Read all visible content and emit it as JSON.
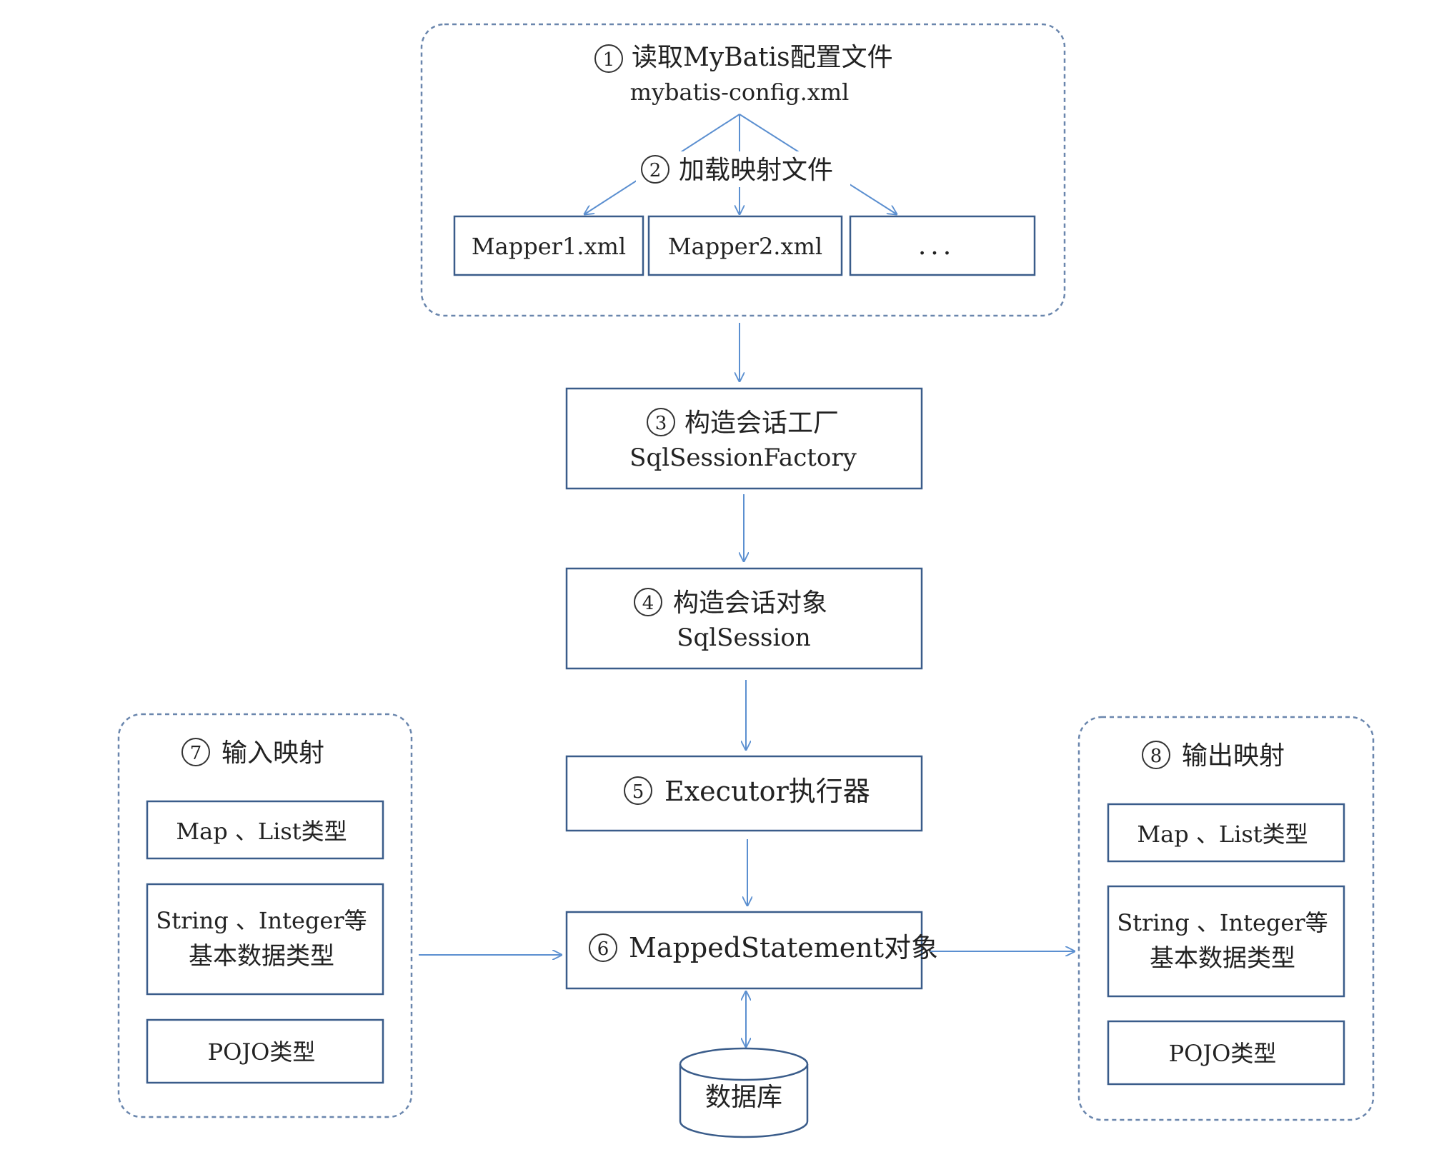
{
  "colors": {
    "box_border": "#3a5c8a",
    "dashed_border": "#6a86ad",
    "arrow": "#5b8fd0",
    "text": "#222222"
  },
  "config_group": {
    "step1_num": "1",
    "step1_label": "读取MyBatis配置文件",
    "config_file": "mybatis-config.xml",
    "step2_num": "2",
    "step2_label": "加载映射文件",
    "mapper1": "Mapper1.xml",
    "mapper2": "Mapper2.xml",
    "mapper_more": "..."
  },
  "step3": {
    "num": "3",
    "title": "构造会话工厂",
    "subtitle": "SqlSessionFactory"
  },
  "step4": {
    "num": "4",
    "title": "构造会话对象",
    "subtitle": "SqlSession"
  },
  "step5": {
    "num": "5",
    "title": "Executor执行器"
  },
  "step6": {
    "num": "6",
    "title": "MappedStatement对象"
  },
  "database": {
    "label": "数据库"
  },
  "input_mapping": {
    "num": "7",
    "title": "输入映射",
    "item1": "Map 、List类型",
    "item2_line1": "String 、Integer等",
    "item2_line2": "基本数据类型",
    "item3": "POJO类型"
  },
  "output_mapping": {
    "num": "8",
    "title": "输出映射",
    "item1": "Map 、List类型",
    "item2_line1": "String 、Integer等",
    "item2_line2": "基本数据类型",
    "item3": "POJO类型"
  }
}
